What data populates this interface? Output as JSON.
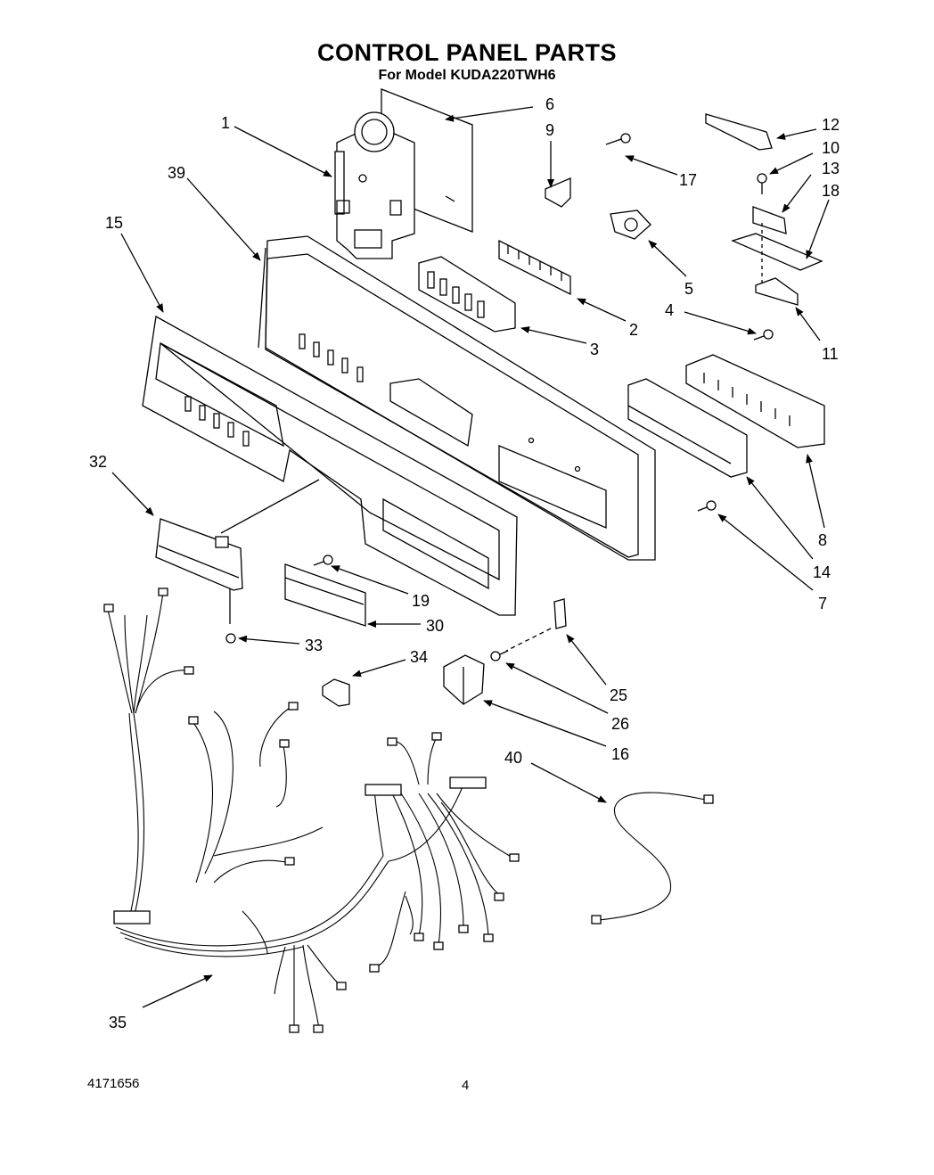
{
  "header": {
    "title": "CONTROL PANEL PARTS",
    "subtitle": "For Model KUDA220TWH6"
  },
  "footer": {
    "doc_number": "4171656",
    "page_number": "4"
  },
  "callouts": [
    {
      "id": "c1",
      "label": "1"
    },
    {
      "id": "c6",
      "label": "6"
    },
    {
      "id": "c39",
      "label": "39"
    },
    {
      "id": "c15",
      "label": "15"
    },
    {
      "id": "c9",
      "label": "9"
    },
    {
      "id": "c17",
      "label": "17"
    },
    {
      "id": "c12",
      "label": "12"
    },
    {
      "id": "c10",
      "label": "10"
    },
    {
      "id": "c13",
      "label": "13"
    },
    {
      "id": "c18",
      "label": "18"
    },
    {
      "id": "c5",
      "label": "5"
    },
    {
      "id": "c2",
      "label": "2"
    },
    {
      "id": "c3",
      "label": "3"
    },
    {
      "id": "c4",
      "label": "4"
    },
    {
      "id": "c11",
      "label": "11"
    },
    {
      "id": "c32",
      "label": "32"
    },
    {
      "id": "c8",
      "label": "8"
    },
    {
      "id": "c14",
      "label": "14"
    },
    {
      "id": "c7",
      "label": "7"
    },
    {
      "id": "c19",
      "label": "19"
    },
    {
      "id": "c30",
      "label": "30"
    },
    {
      "id": "c33",
      "label": "33"
    },
    {
      "id": "c34",
      "label": "34"
    },
    {
      "id": "c25",
      "label": "25"
    },
    {
      "id": "c26",
      "label": "26"
    },
    {
      "id": "c16",
      "label": "16"
    },
    {
      "id": "c40",
      "label": "40"
    },
    {
      "id": "c35",
      "label": "35"
    }
  ]
}
